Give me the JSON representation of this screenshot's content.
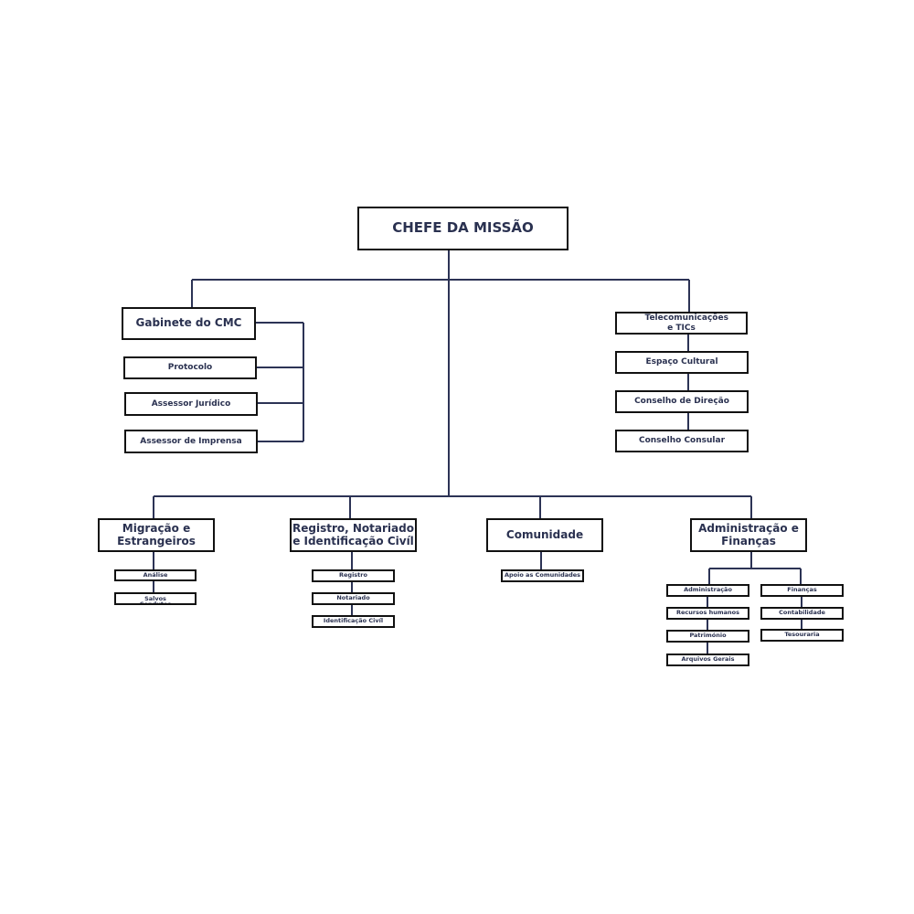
{
  "chief": {
    "label": "CHEFE DA MISSÃO"
  },
  "left_group": {
    "head": "Gabinete do CMC",
    "items": [
      "Protocolo",
      "Assessor Jurídico",
      "Assessor de Imprensa"
    ]
  },
  "right_group": {
    "items": [
      "Telecomunicações e TICs",
      "Espaço Cultural",
      "Conselho de Direção",
      "Conselho Consular"
    ]
  },
  "departments": [
    {
      "label": "Migração e Estrangeiros",
      "subs": [
        "Análise",
        "Vistos e Salvos Condutos"
      ]
    },
    {
      "label": "Registro, Notariado e Identificação Civíl",
      "subs": [
        "Registro",
        "Notariado",
        "Identificação Civíl"
      ]
    },
    {
      "label": "Comunidade",
      "subs": [
        "Apoio as Comunidades"
      ]
    },
    {
      "label": "Administração e Finanças",
      "subs_left": [
        "Administração",
        "Recursos humanos",
        "Património",
        "Arquivos Gerais"
      ],
      "subs_right": [
        "Finanças",
        "Contabilidade",
        "Tesouraria"
      ]
    }
  ],
  "colors": {
    "line": "#2c3355",
    "text": "#2a3150",
    "border": "#111111"
  }
}
